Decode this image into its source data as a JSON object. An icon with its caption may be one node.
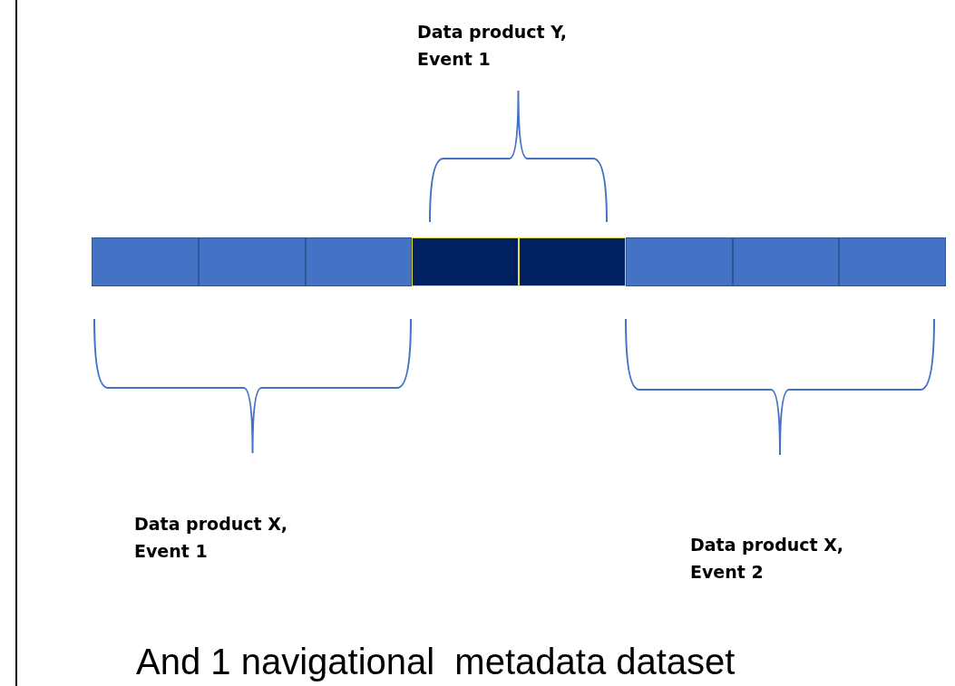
{
  "diagram": {
    "caption": "And 1 navigational  metadata dataset",
    "nodes": [
      {
        "text": [],
        "shape": "box"
      },
      {
        "text": [],
        "shape": "box"
      },
      {
        "text": [],
        "shape": "box"
      },
      {
        "text": [],
        "shape": "box"
      },
      {
        "text": [],
        "shape": "box"
      },
      {
        "text": [],
        "shape": "box"
      },
      {
        "text": [],
        "shape": "box"
      },
      {
        "text": [],
        "shape": "box"
      }
    ],
    "labels": [
      "Data product Y, Event 1",
      "Data product X, Event 1",
      "Data product X, Event 2"
    ]
  }
}
